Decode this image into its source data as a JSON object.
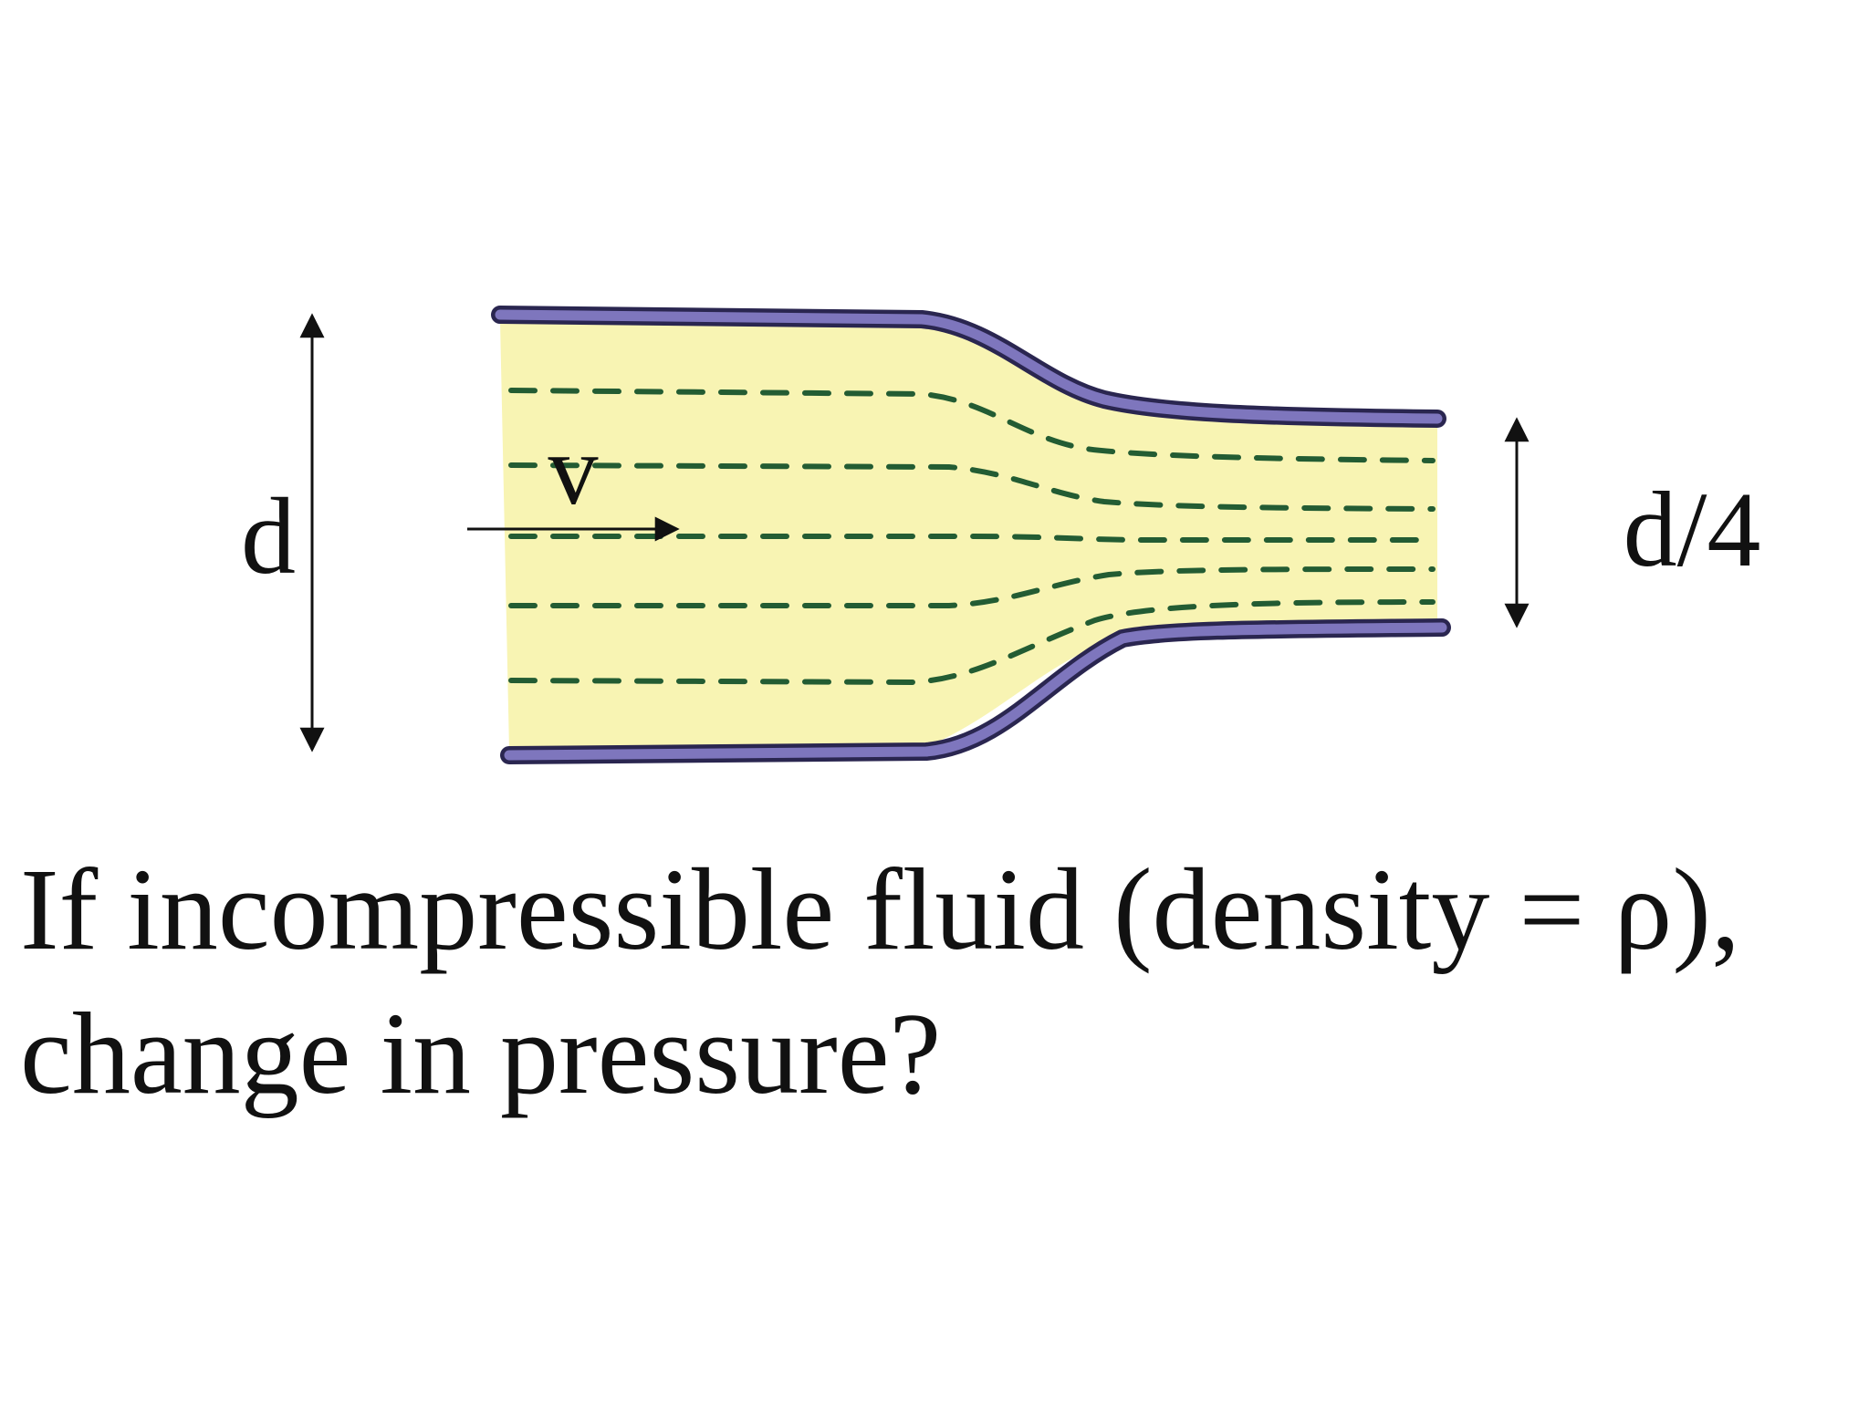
{
  "diagram": {
    "labels": {
      "velocity": "v",
      "inlet_diameter": "d",
      "outlet_diameter": "d/4"
    },
    "colors": {
      "fluid": "#f8f4b3",
      "pipe_wall": "#7e76bd",
      "pipe_outline": "#2a2650",
      "streamline": "#235c33",
      "text": "#111111"
    }
  },
  "question": {
    "line1": "If incompressible fluid (density = ρ),",
    "line2": "change in pressure?"
  }
}
